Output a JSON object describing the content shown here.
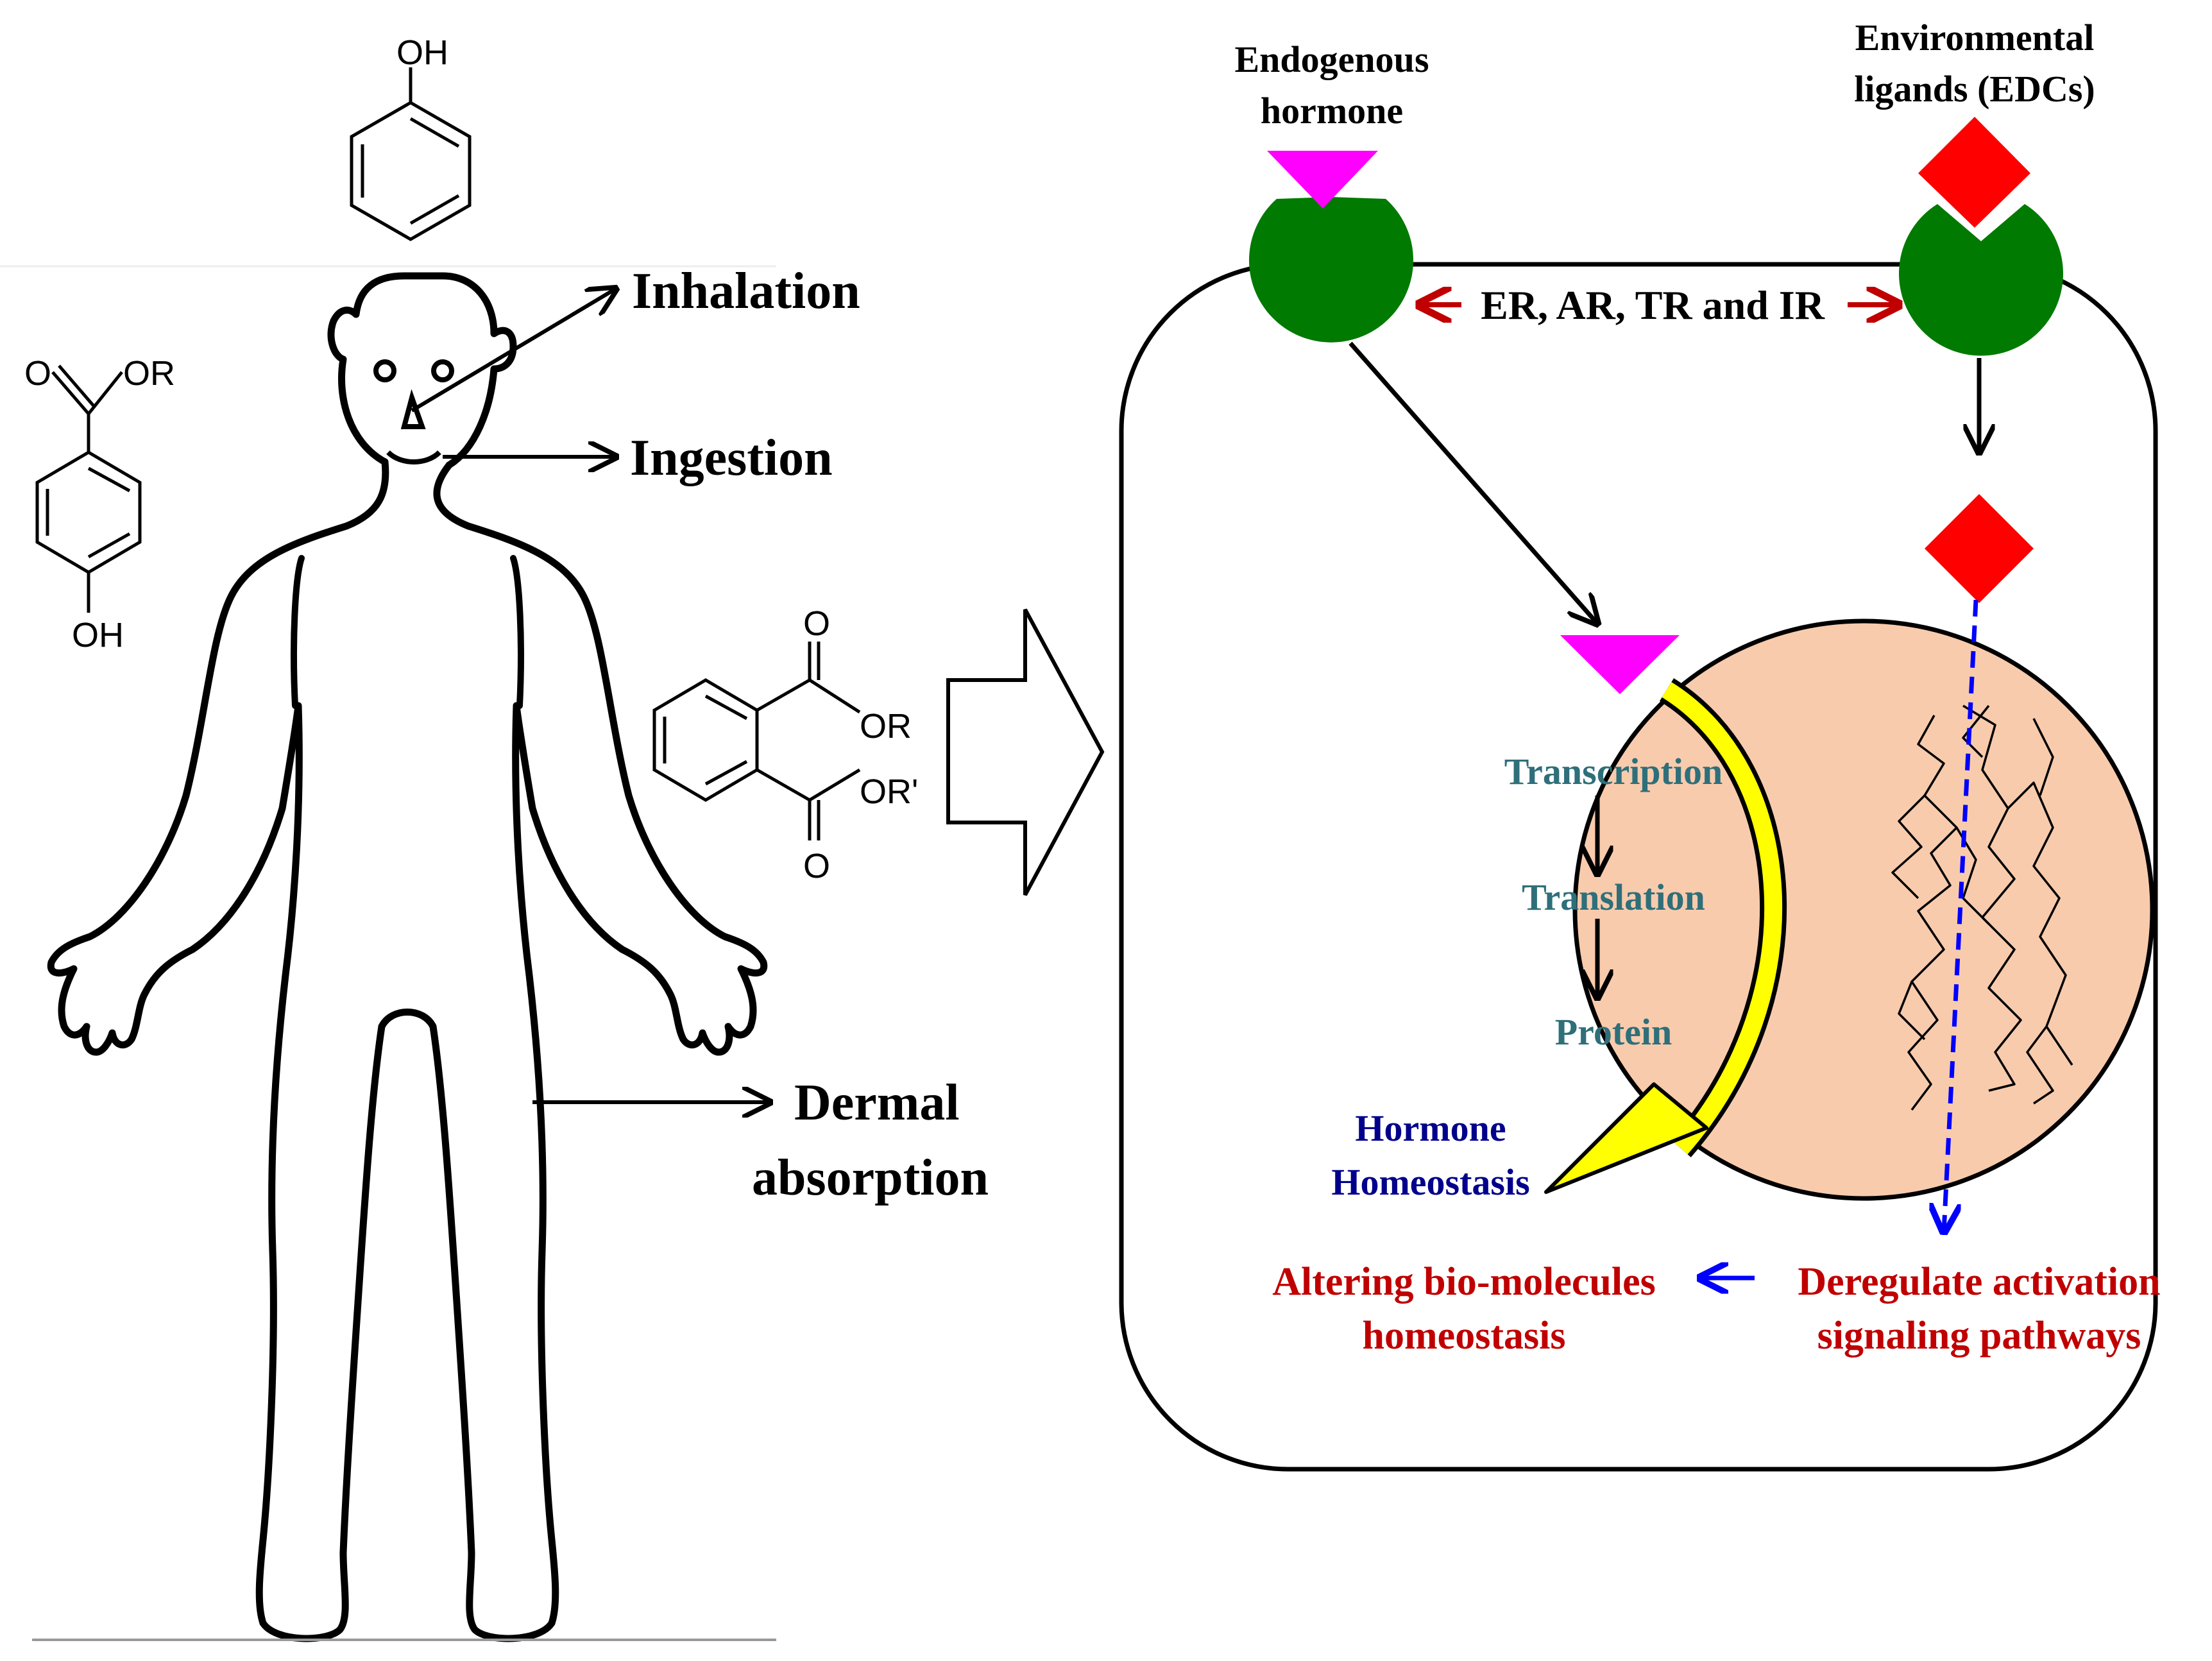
{
  "routes": {
    "inhalation": "Inhalation",
    "ingestion": "Ingestion",
    "dermal_line1": "Dermal",
    "dermal_line2": "absorption"
  },
  "chemicals": {
    "phenol_oh": "OH",
    "paraben_o": "O",
    "paraben_or": "OR",
    "paraben_oh": "OH",
    "phthalate_o_top": "O",
    "phthalate_or": "OR",
    "phthalate_or2": "OR'",
    "phthalate_o_bottom": "O"
  },
  "cell": {
    "endogenous_line1": "Endogenous",
    "endogenous_line2": "hormone",
    "environmental_line1": "Environmental",
    "environmental_line2": "ligands (EDCs)",
    "receptors": "ER, AR, TR and IR",
    "transcription": "Transcription",
    "translation": "Translation",
    "protein": "Protein",
    "hormone_line1": "Hormone",
    "hormone_line2": "Homeostasis",
    "altering_line1": "Altering bio-molecules",
    "altering_line2": "homeostasis",
    "deregulate_line1": "Deregulate activation",
    "deregulate_line2": "signaling pathways"
  },
  "colors": {
    "receptor": "#007a00",
    "hormone": "#ff00ff",
    "edc": "#ff0000",
    "nucleus_fill": "#f8cbad",
    "dark_red_text": "#c00000",
    "navy_text": "#00008b",
    "teal_text": "#2e6f7a",
    "blue_arrow": "#0000ff",
    "yellow_arrow": "#ffff00"
  }
}
